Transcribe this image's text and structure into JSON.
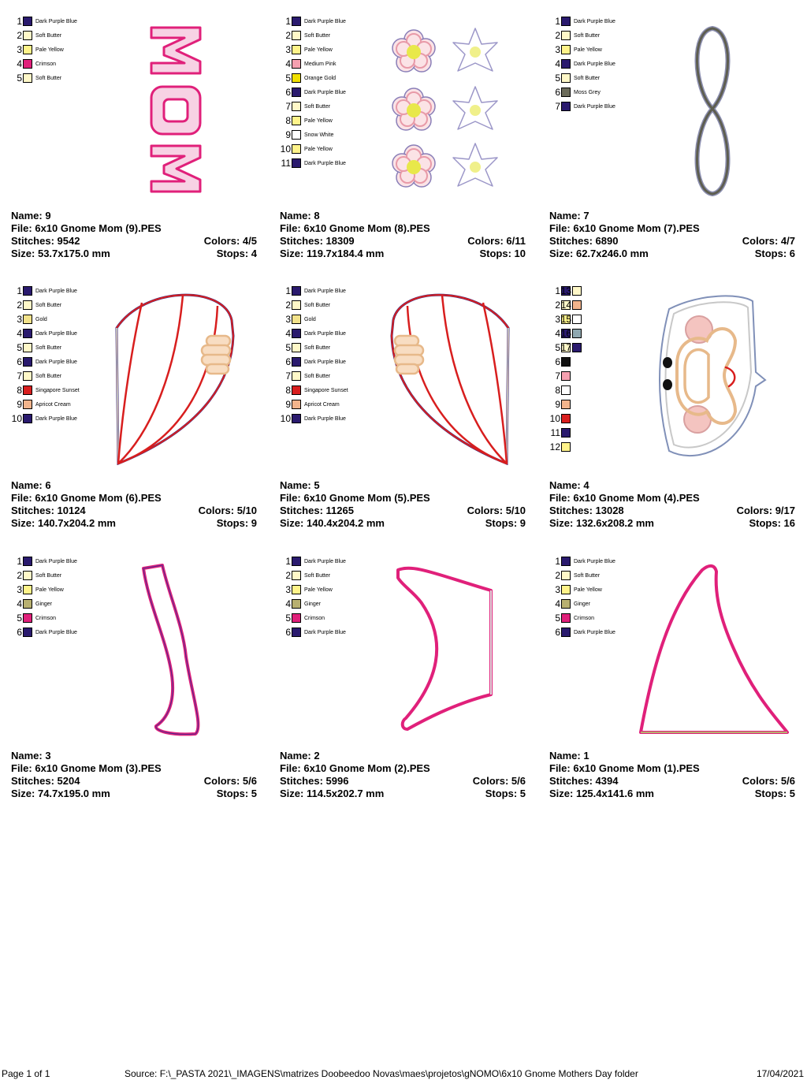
{
  "labels": {
    "name": "Name: ",
    "file": "File: ",
    "stitches": "Stitches: ",
    "size": "Size: ",
    "colors": "Colors: ",
    "stops": "Stops: "
  },
  "colors": {
    "dark_purple_blue": "#2a1a6e",
    "soft_butter": "#fff8c8",
    "pale_yellow": "#fff38a",
    "crimson": "#e0207a",
    "medium_pink": "#f5a0b0",
    "orange_gold": "#f0e000",
    "snow_white": "#ffffff",
    "moss_grey": "#6b6b5a",
    "gold": "#f2e28a",
    "singapore_sunset": "#d81e1e",
    "apricot_cream": "#f2b48c",
    "ginger": "#b8b070",
    "black": "#111111",
    "grey_blue": "#8fa8b0"
  },
  "cards": [
    {
      "name": "9",
      "file": "6x10 Gnome Mom (9).PES",
      "stitches": "9542",
      "colors": "4/5",
      "size": "53.7x175.0 mm",
      "stops": "4",
      "palette": [
        {
          "num": "1",
          "label": "Dark Purple Blue",
          "color": "#2a1a6e"
        },
        {
          "num": "2",
          "label": "Soft Butter",
          "color": "#fff8c8"
        },
        {
          "num": "3",
          "label": "Pale Yellow",
          "color": "#fff38a"
        },
        {
          "num": "4",
          "label": "Crimson",
          "color": "#e0207a"
        },
        {
          "num": "5",
          "label": "Soft Butter",
          "color": "#fff8c8"
        }
      ]
    },
    {
      "name": "8",
      "file": "6x10 Gnome Mom (8).PES",
      "stitches": "18309",
      "colors": "6/11",
      "size": "119.7x184.4 mm",
      "stops": "10",
      "palette": [
        {
          "num": "1",
          "label": "Dark Purple Blue",
          "color": "#2a1a6e"
        },
        {
          "num": "2",
          "label": "Soft Butter",
          "color": "#fff8c8"
        },
        {
          "num": "3",
          "label": "Pale Yellow",
          "color": "#fff38a"
        },
        {
          "num": "4",
          "label": "Medium Pink",
          "color": "#f5a0b0"
        },
        {
          "num": "5",
          "label": "Orange Gold",
          "color": "#f0e000"
        },
        {
          "num": "6",
          "label": "Dark Purple Blue",
          "color": "#2a1a6e"
        },
        {
          "num": "7",
          "label": "Soft Butter",
          "color": "#fff8c8"
        },
        {
          "num": "8",
          "label": "Pale Yellow",
          "color": "#fff38a"
        },
        {
          "num": "9",
          "label": "Snow White",
          "color": "#ffffff"
        },
        {
          "num": "10",
          "label": "Pale Yellow",
          "color": "#fff38a"
        },
        {
          "num": "11",
          "label": "Dark Purple Blue",
          "color": "#2a1a6e"
        }
      ]
    },
    {
      "name": "7",
      "file": "6x10 Gnome Mom (7).PES",
      "stitches": "6890",
      "colors": "4/7",
      "size": "62.7x246.0 mm",
      "stops": "6",
      "palette": [
        {
          "num": "1",
          "label": "Dark Purple Blue",
          "color": "#2a1a6e"
        },
        {
          "num": "2",
          "label": "Soft Butter",
          "color": "#fff8c8"
        },
        {
          "num": "3",
          "label": "Pale Yellow",
          "color": "#fff38a"
        },
        {
          "num": "4",
          "label": "Dark Purple Blue",
          "color": "#2a1a6e"
        },
        {
          "num": "5",
          "label": "Soft Butter",
          "color": "#fff8c8"
        },
        {
          "num": "6",
          "label": "Moss Grey",
          "color": "#6b6b5a"
        },
        {
          "num": "7",
          "label": "Dark Purple Blue",
          "color": "#2a1a6e"
        }
      ]
    },
    {
      "name": "6",
      "file": "6x10 Gnome Mom (6).PES",
      "stitches": "10124",
      "colors": "5/10",
      "size": "140.7x204.2 mm",
      "stops": "9",
      "palette": [
        {
          "num": "1",
          "label": "Dark Purple Blue",
          "color": "#2a1a6e"
        },
        {
          "num": "2",
          "label": "Soft Butter",
          "color": "#fff8c8"
        },
        {
          "num": "3",
          "label": "Gold",
          "color": "#f2e28a"
        },
        {
          "num": "4",
          "label": "Dark Purple Blue",
          "color": "#2a1a6e"
        },
        {
          "num": "5",
          "label": "Soft Butter",
          "color": "#fff8c8"
        },
        {
          "num": "6",
          "label": "Dark Purple Blue",
          "color": "#2a1a6e"
        },
        {
          "num": "7",
          "label": "Soft Butter",
          "color": "#fff8c8"
        },
        {
          "num": "8",
          "label": "Singapore Sunset",
          "color": "#d81e1e"
        },
        {
          "num": "9",
          "label": "Apricot Cream",
          "color": "#f2b48c"
        },
        {
          "num": "10",
          "label": "Dark Purple Blue",
          "color": "#2a1a6e"
        }
      ]
    },
    {
      "name": "5",
      "file": "6x10 Gnome Mom (5).PES",
      "stitches": "11265",
      "colors": "5/10",
      "size": "140.4x204.2 mm",
      "stops": "9",
      "palette": [
        {
          "num": "1",
          "label": "Dark Purple Blue",
          "color": "#2a1a6e"
        },
        {
          "num": "2",
          "label": "Soft Butter",
          "color": "#fff8c8"
        },
        {
          "num": "3",
          "label": "Gold",
          "color": "#f2e28a"
        },
        {
          "num": "4",
          "label": "Dark Purple Blue",
          "color": "#2a1a6e"
        },
        {
          "num": "5",
          "label": "Soft Butter",
          "color": "#fff8c8"
        },
        {
          "num": "6",
          "label": "Dark Purple Blue",
          "color": "#2a1a6e"
        },
        {
          "num": "7",
          "label": "Soft Butter",
          "color": "#fff8c8"
        },
        {
          "num": "8",
          "label": "Singapore Sunset",
          "color": "#d81e1e"
        },
        {
          "num": "9",
          "label": "Apricot Cream",
          "color": "#f2b48c"
        },
        {
          "num": "10",
          "label": "Dark Purple Blue",
          "color": "#2a1a6e"
        }
      ]
    },
    {
      "name": "4",
      "file": "6x10 Gnome Mom (4).PES",
      "stitches": "13028",
      "colors": "9/17",
      "size": "132.6x208.2 mm",
      "stops": "16",
      "palette": [
        {
          "num": "1",
          "label": "",
          "color": "#2a1a6e"
        },
        {
          "num": "2",
          "label": "",
          "color": "#fff8c8"
        },
        {
          "num": "3",
          "label": "",
          "color": "#fff38a"
        },
        {
          "num": "4",
          "label": "",
          "color": "#2a1a6e"
        },
        {
          "num": "5",
          "label": "",
          "color": "#fff8c8"
        },
        {
          "num": "6",
          "label": "",
          "color": "#111111"
        },
        {
          "num": "7",
          "label": "",
          "color": "#f5a0b0"
        },
        {
          "num": "8",
          "label": "",
          "color": "#ffffff"
        },
        {
          "num": "9",
          "label": "",
          "color": "#f2b48c"
        },
        {
          "num": "10",
          "label": "",
          "color": "#d81e1e"
        },
        {
          "num": "11",
          "label": "",
          "color": "#2a1a6e"
        },
        {
          "num": "12",
          "label": "",
          "color": "#fff38a"
        }
      ],
      "palette2": [
        {
          "num": "13",
          "color": "#fff8c8"
        },
        {
          "num": "14",
          "color": "#f2b48c"
        },
        {
          "num": "15",
          "color": "#ffffff"
        },
        {
          "num": "16",
          "color": "#8fa8b0"
        },
        {
          "num": "17",
          "color": "#2a1a6e"
        }
      ]
    },
    {
      "name": "3",
      "file": "6x10 Gnome Mom (3).PES",
      "stitches": "5204",
      "colors": "5/6",
      "size": "74.7x195.0 mm",
      "stops": "5",
      "palette": [
        {
          "num": "1",
          "label": "Dark Purple Blue",
          "color": "#2a1a6e"
        },
        {
          "num": "2",
          "label": "Soft Butter",
          "color": "#fff8c8"
        },
        {
          "num": "3",
          "label": "Pale Yellow",
          "color": "#fff38a"
        },
        {
          "num": "4",
          "label": "Ginger",
          "color": "#b8b070"
        },
        {
          "num": "5",
          "label": "Crimson",
          "color": "#e0207a"
        },
        {
          "num": "6",
          "label": "Dark Purple Blue",
          "color": "#2a1a6e"
        }
      ]
    },
    {
      "name": "2",
      "file": "6x10 Gnome Mom (2).PES",
      "stitches": "5996",
      "colors": "5/6",
      "size": "114.5x202.7 mm",
      "stops": "5",
      "palette": [
        {
          "num": "1",
          "label": "Dark Purple Blue",
          "color": "#2a1a6e"
        },
        {
          "num": "2",
          "label": "Soft Butter",
          "color": "#fff8c8"
        },
        {
          "num": "3",
          "label": "Pale Yellow",
          "color": "#fff38a"
        },
        {
          "num": "4",
          "label": "Ginger",
          "color": "#b8b070"
        },
        {
          "num": "5",
          "label": "Crimson",
          "color": "#e0207a"
        },
        {
          "num": "6",
          "label": "Dark Purple Blue",
          "color": "#2a1a6e"
        }
      ]
    },
    {
      "name": "1",
      "file": "6x10 Gnome Mom (1).PES",
      "stitches": "4394",
      "colors": "5/6",
      "size": "125.4x141.6 mm",
      "stops": "5",
      "palette": [
        {
          "num": "1",
          "label": "Dark Purple Blue",
          "color": "#2a1a6e"
        },
        {
          "num": "2",
          "label": "Soft Butter",
          "color": "#fff8c8"
        },
        {
          "num": "3",
          "label": "Pale Yellow",
          "color": "#fff38a"
        },
        {
          "num": "4",
          "label": "Ginger",
          "color": "#b8b070"
        },
        {
          "num": "5",
          "label": "Crimson",
          "color": "#e0207a"
        },
        {
          "num": "6",
          "label": "Dark Purple Blue",
          "color": "#2a1a6e"
        }
      ]
    }
  ],
  "footer": {
    "page": "Page 1 of 1",
    "source": "Source: F:\\_PASTA 2021\\_IMAGENS\\matrizes Doobeedoo Novas\\maes\\projetos\\gNOMO\\6x10 Gnome Mothers Day folder",
    "date": "17/04/2021"
  }
}
